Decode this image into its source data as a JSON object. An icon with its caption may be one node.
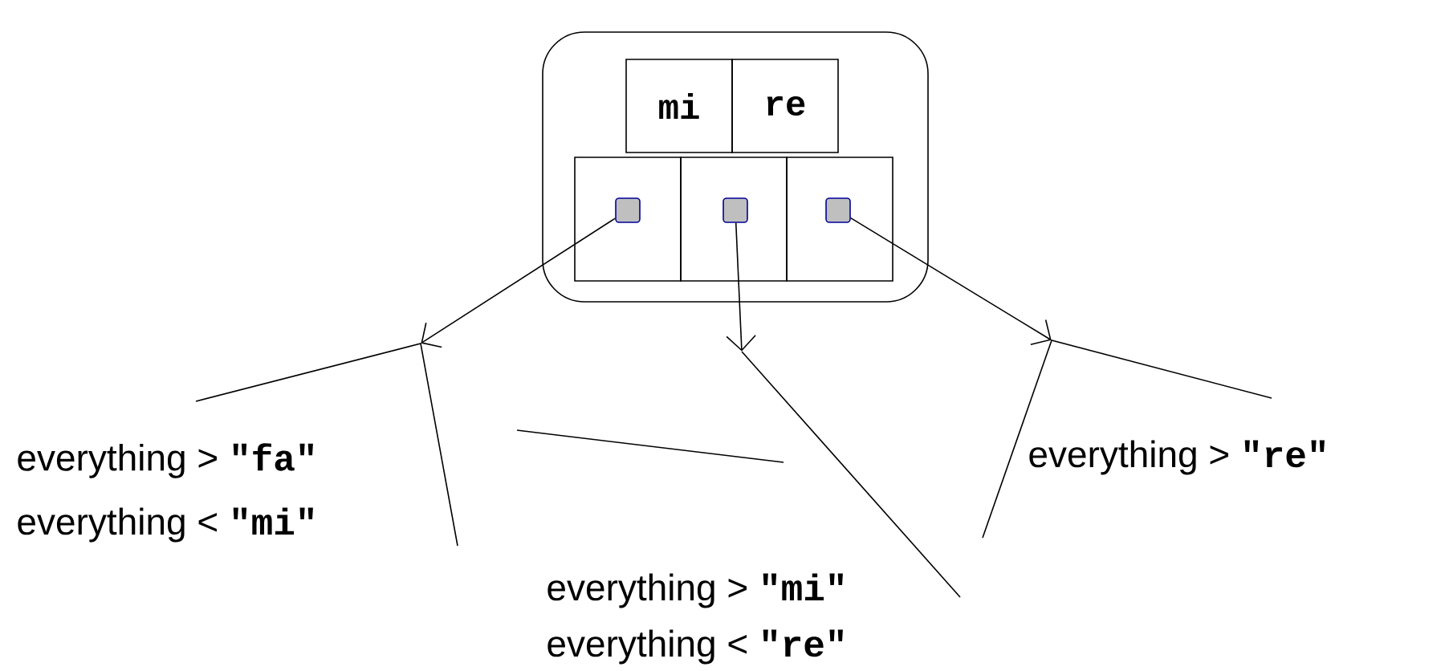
{
  "diagram": {
    "nodes": [
      {
        "text": [],
        "shape": "box"
      },
      {
        "text": [
          "mi"
        ],
        "in": 0
      },
      {
        "text": [
          "re"
        ],
        "in": 0
      },
      {
        "text": [],
        "shape": "box",
        "in": 0
      },
      {
        "text": [],
        "shape": "box",
        "in": 0
      },
      {
        "text": [],
        "shape": "box",
        "in": 0
      },
      {
        "text": [
          "everything > **\"fa\"**",
          "everything < **\"mi\"**"
        ]
      },
      {
        "text": [
          "everything > **\"mi\"**",
          "everything < **\"re\"**"
        ]
      },
      {
        "text": [
          "everything > **\"re\"**"
        ]
      }
    ],
    "edges": [
      {
        "from": 3,
        "to": 6,
        "arrow": "to"
      },
      {
        "from": 4,
        "to": 7,
        "arrow": "to"
      },
      {
        "from": 5,
        "to": 8,
        "arrow": "to"
      }
    ]
  }
}
